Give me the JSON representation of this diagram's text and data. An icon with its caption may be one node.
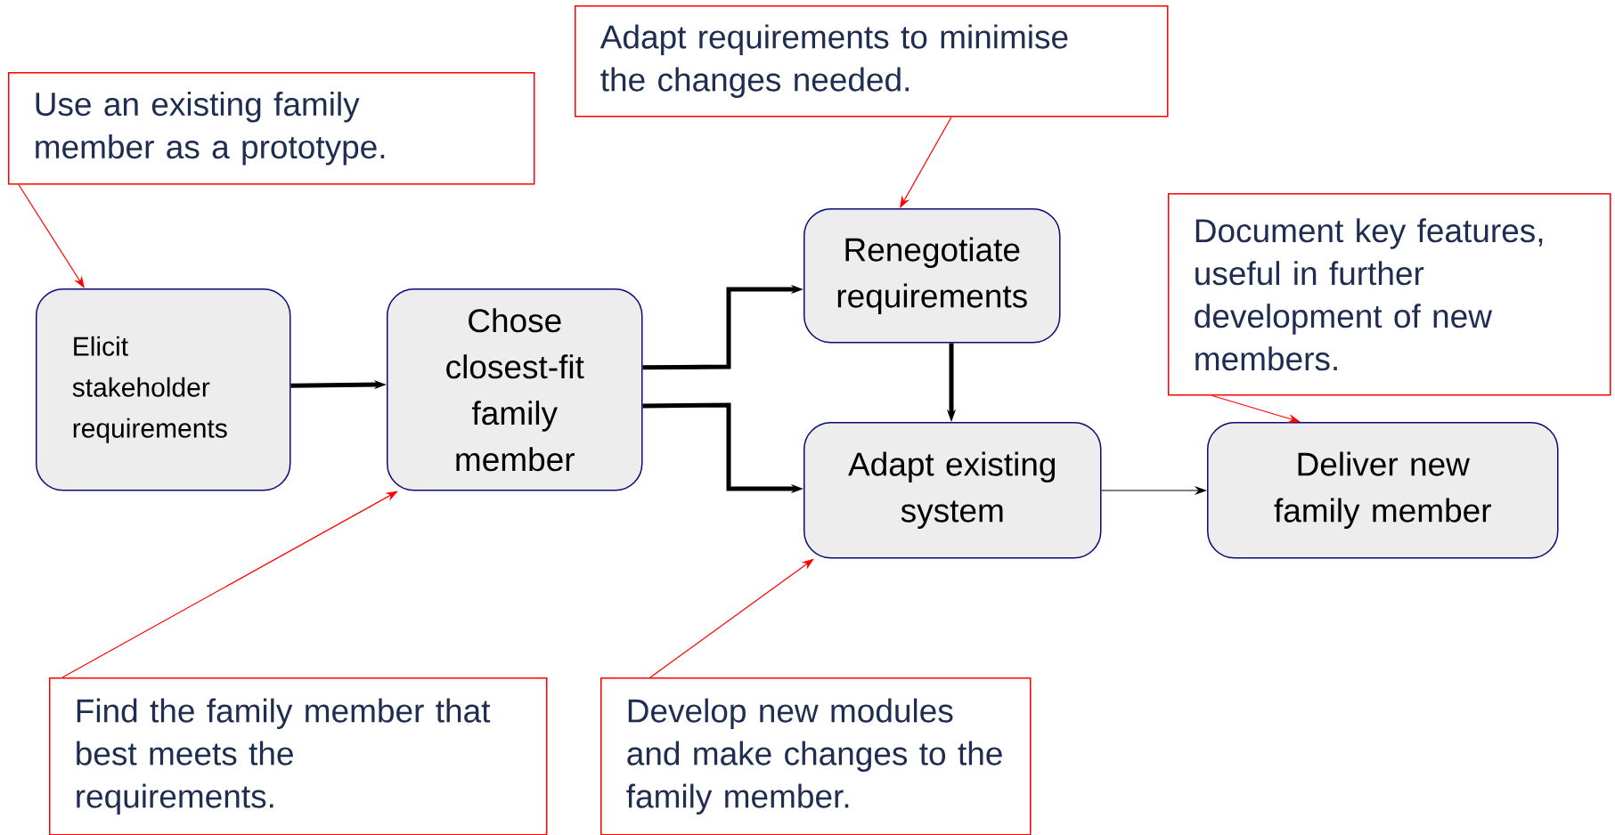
{
  "diagram": {
    "nodes": [
      {
        "text": [
          "Use an existing family member as a prototype."
        ]
      },
      {
        "text": [
          "Adapt requirements to minimise the changes needed."
        ]
      },
      {
        "text": [
          "Document key features, useful in further development of new members."
        ]
      },
      {
        "text": [
          "Elicit stakeholder requirements"
        ]
      },
      {
        "text": [
          "Chose closest-fit family member"
        ]
      },
      {
        "text": [
          "Renegotiate requirements"
        ]
      },
      {
        "text": [
          "Adapt existing system"
        ]
      },
      {
        "text": [
          "Deliver new family member"
        ]
      },
      {
        "text": [
          "Find the family member that best meets the requirements."
        ]
      },
      {
        "text": [
          "Develop new modules and make changes to the family member."
        ]
      }
    ],
    "edges": [
      {
        "from": 3,
        "to": 4,
        "arrow": "to",
        "style": "thick",
        "color": "#000000"
      },
      {
        "from": 4,
        "to": 5,
        "arrow": "to",
        "style": "thick",
        "color": "#000000"
      },
      {
        "from": 4,
        "to": 6,
        "arrow": "to",
        "style": "thick",
        "color": "#000000"
      },
      {
        "from": 5,
        "to": 6,
        "arrow": "to",
        "style": "thick",
        "color": "#000000"
      },
      {
        "from": 6,
        "to": 7,
        "arrow": "to",
        "color": "#000000"
      },
      {
        "from": 0,
        "to": 3,
        "arrow": "to",
        "color": "#ff0000"
      },
      {
        "from": 1,
        "to": 5,
        "arrow": "to",
        "color": "#ff0000"
      },
      {
        "from": 2,
        "to": 7,
        "arrow": "to",
        "color": "#ff0000"
      },
      {
        "from": 8,
        "to": 4,
        "arrow": "to",
        "color": "#ff0000"
      },
      {
        "from": 9,
        "to": 6,
        "arrow": "to",
        "color": "#ff0000"
      }
    ]
  }
}
